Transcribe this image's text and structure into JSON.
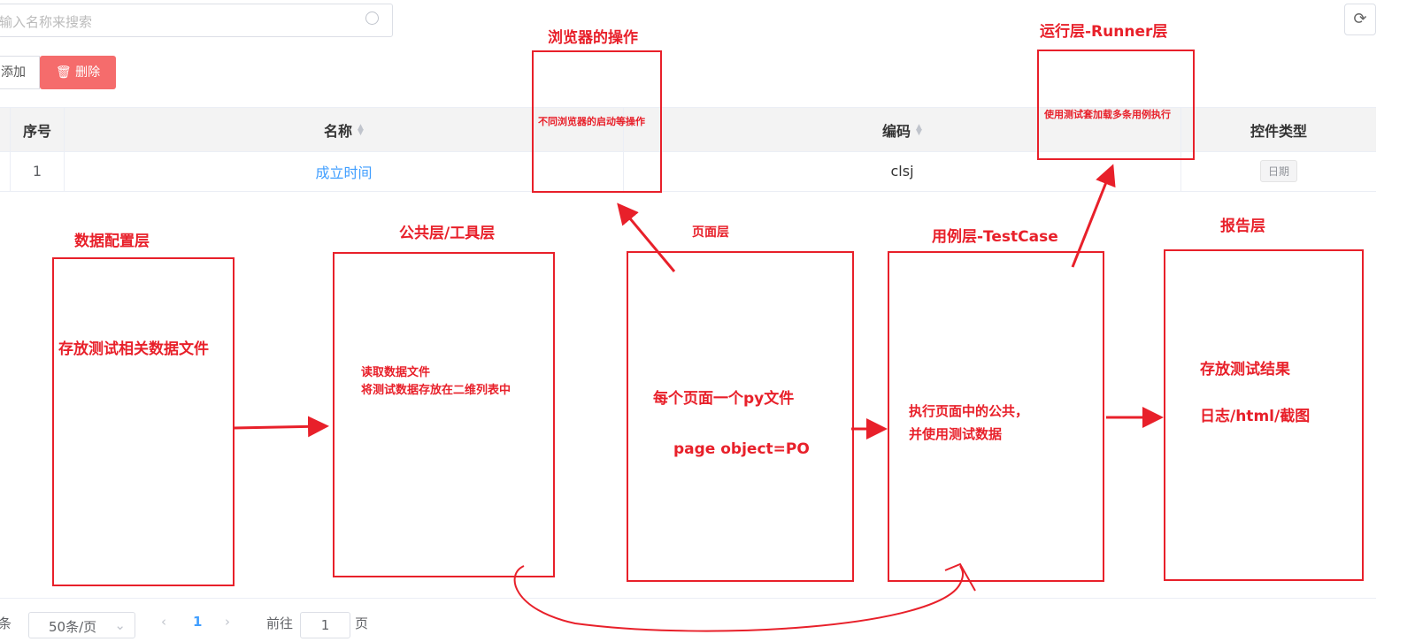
{
  "search": {
    "placeholder": "输入名称来搜索"
  },
  "toolbar": {
    "add_label": "添加",
    "delete_label": "删除"
  },
  "table": {
    "headers": [
      "序号",
      "名称",
      "编码",
      "控件类型"
    ],
    "rows": [
      {
        "index": "1",
        "name": "成立时间",
        "code": "clsj",
        "type": "日期"
      }
    ]
  },
  "pagination": {
    "total_suffix": "条",
    "page_size": "50条/页",
    "current_page": "1",
    "goto_label": "前往",
    "goto_value": "1",
    "page_suffix": "页"
  },
  "annotations": {
    "browser": {
      "title": "浏览器的操作",
      "body": "不同浏览器的启动等操作"
    },
    "runner": {
      "title": "运行层-Runner层",
      "body": "使用测试套加载多条用例执行"
    },
    "data": {
      "title": "数据配置层",
      "body": "存放测试相关数据文件"
    },
    "common": {
      "title": "公共层/工具层",
      "line1": "读取数据文件",
      "line2": "将测试数据存放在二维列表中"
    },
    "page": {
      "title": "页面层",
      "line1": "每个页面一个py文件",
      "line2": "page object=PO"
    },
    "testcase": {
      "title": "用例层-TestCase",
      "line1": "执行页面中的公共，",
      "line2": "并使用测试数据"
    },
    "report": {
      "title": "报告层",
      "line1": "存放测试结果",
      "line2": "日志/html/截图"
    }
  }
}
